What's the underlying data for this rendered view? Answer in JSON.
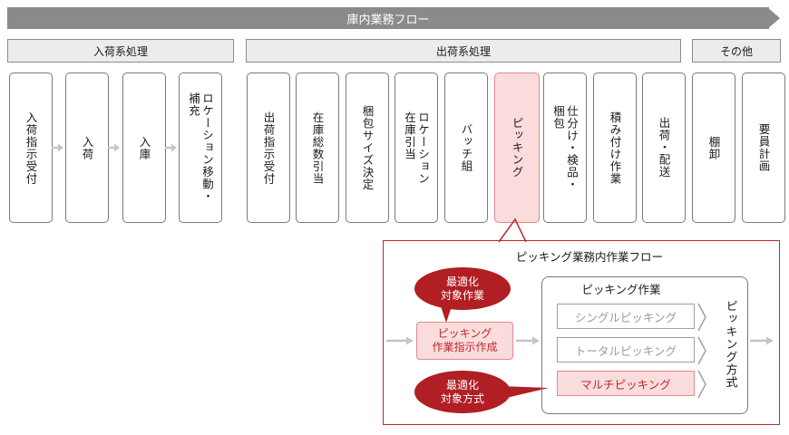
{
  "banner": "庫内業務フロー",
  "categories": [
    "入荷系処理",
    "出荷系処理",
    "その他"
  ],
  "steps": [
    "入荷指示受付",
    "入荷",
    "入庫",
    "ロケーション移動・\n補充",
    "出荷指示受付",
    "在庫総数引当",
    "梱包サイズ決定",
    "ロケーション\n在庫引当",
    "バッチ組",
    "ピッキング",
    "仕分け・検品・\n梱包",
    "積み付け作業",
    "出荷・配送",
    "棚卸",
    "要員計画"
  ],
  "detail": {
    "title": "ピッキング業務内作業フロー",
    "bubble_top": [
      "最適化",
      "対象作業"
    ],
    "bubble_bottom": [
      "最適化",
      "対象方式"
    ],
    "instruction": [
      "ピッキング",
      "作業指示作成"
    ],
    "group_title": "ピッキング作業",
    "methods": [
      "シングルピッキング",
      "トータルピッキング",
      "マルチピッキング"
    ],
    "method_label": "ピッキング方式"
  },
  "colors": {
    "accent": "#c0282d",
    "highlight_fill": "#fbdcdc",
    "banner": "#8a8a8a",
    "arrow": "#c4c4c4"
  }
}
